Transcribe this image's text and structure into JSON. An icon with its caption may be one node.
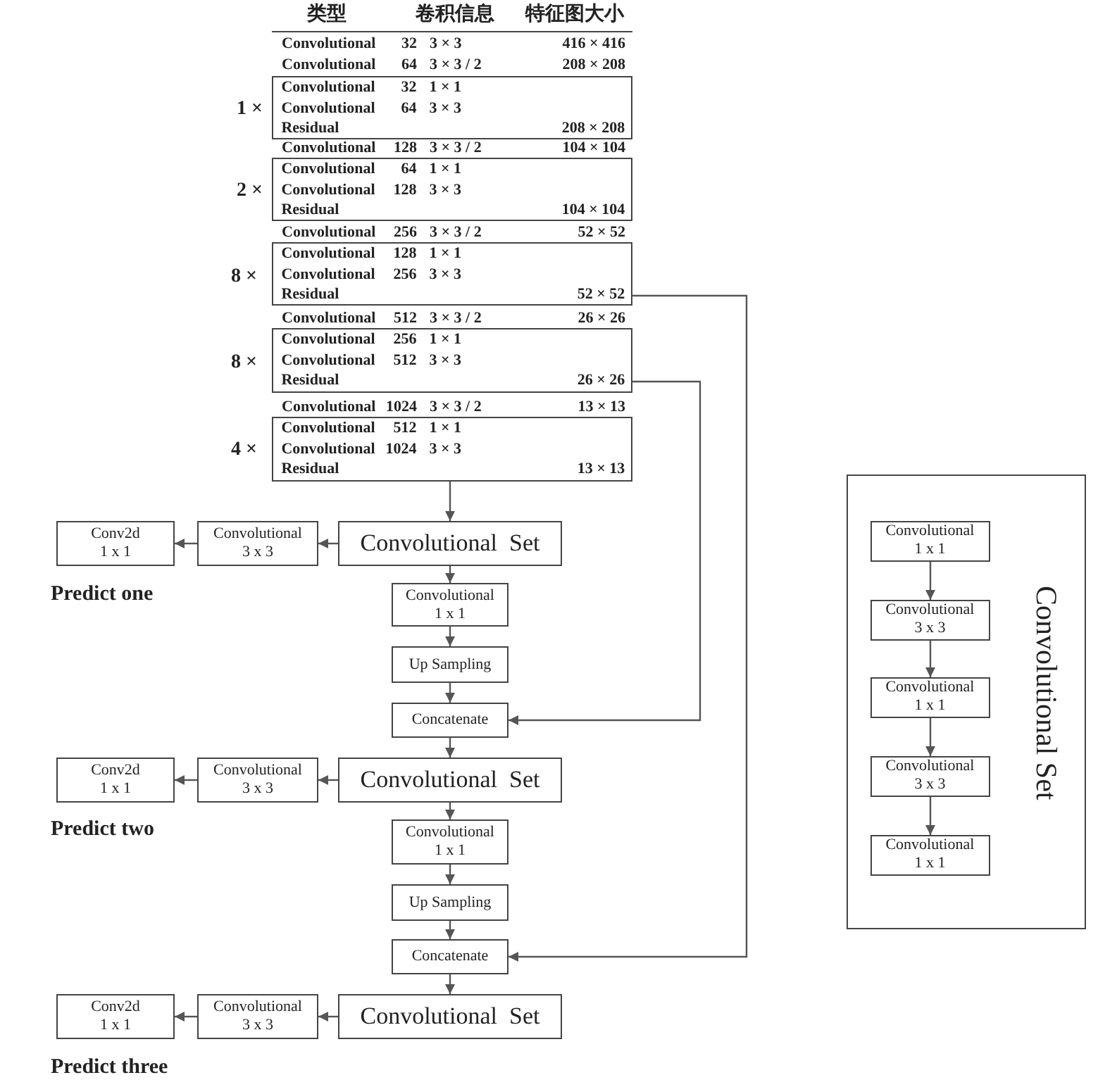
{
  "diagram": {
    "nodes": [
      {
        "text": [
          "Convolutional",
          "32",
          "1 × 1",
          "Convolutional",
          "64",
          "3 × 3",
          "Residual",
          "208 × 208"
        ],
        "beside": [
          "1 ×"
        ]
      },
      {
        "text": [
          "Convolutional",
          "64",
          "1 × 1",
          "Convolutional",
          "128",
          "3 × 3",
          "Residual",
          "104 × 104"
        ],
        "beside": [
          "2 ×"
        ]
      },
      {
        "text": [
          "Convolutional",
          "128",
          "1 × 1",
          "Convolutional",
          "256",
          "3 × 3",
          "Residual",
          "52 × 52"
        ],
        "beside": [
          "8 ×"
        ]
      },
      {
        "text": [
          "Convolutional",
          "256",
          "1 × 1",
          "Convolutional",
          "512",
          "3 × 3",
          "Residual",
          "26 × 26"
        ],
        "beside": [
          "8 ×"
        ]
      },
      {
        "text": [
          "Convolutional",
          "512",
          "1 × 1",
          "Convolutional",
          "1024",
          "3 × 3",
          "Residual",
          "13 × 13"
        ],
        "beside": [
          "4 ×"
        ]
      },
      {
        "text": [
          "Conv2d",
          "1 x 1"
        ],
        "beside": [
          "Predict one"
        ]
      },
      {
        "text": [
          "Convolutional",
          "3 x 3"
        ]
      },
      {
        "text": [
          "Convolutional  Set"
        ]
      },
      {
        "text": [
          "Convolutional",
          "1 x 1"
        ]
      },
      {
        "text": [
          "Up Sampling"
        ]
      },
      {
        "text": [
          "Concatenate"
        ]
      },
      {
        "text": [
          "Conv2d",
          "1 x 1"
        ],
        "beside": [
          "Predict two"
        ]
      },
      {
        "text": [
          "Convolutional",
          "3 x 3"
        ]
      },
      {
        "text": [
          "Convolutional  Set"
        ]
      },
      {
        "text": [
          "Convolutional",
          "1 x 1"
        ]
      },
      {
        "text": [
          "Up Sampling"
        ]
      },
      {
        "text": [
          "Concatenate"
        ]
      },
      {
        "text": [
          "Conv2d",
          "1 x 1"
        ],
        "beside": [
          "Predict three"
        ]
      },
      {
        "text": [
          "Convolutional",
          "3 x 3"
        ]
      },
      {
        "text": [
          "Convolutional  Set"
        ]
      },
      {
        "text": [
          "Convolutional Set"
        ]
      },
      {
        "text": [
          "Convolutional",
          "1 x 1"
        ],
        "in": 20
      },
      {
        "text": [
          "Convolutional",
          "3 x 3"
        ],
        "in": 20
      },
      {
        "text": [
          "Convolutional",
          "1 x 1"
        ],
        "in": 20
      },
      {
        "text": [
          "Convolutional",
          "3 x 3"
        ],
        "in": 20
      },
      {
        "text": [
          "Convolutional",
          "1 x 1"
        ],
        "in": 20
      }
    ],
    "edges": [
      {
        "from": 4,
        "to": 7,
        "arrow": "to"
      },
      {
        "from": 7,
        "to": 6,
        "arrow": "to"
      },
      {
        "from": 6,
        "to": 5,
        "arrow": "to"
      },
      {
        "from": 7,
        "to": 8,
        "arrow": "to"
      },
      {
        "from": 8,
        "to": 9,
        "arrow": "to"
      },
      {
        "from": 9,
        "to": 10,
        "arrow": "to"
      },
      {
        "from": 3,
        "to": 10,
        "arrow": "to"
      },
      {
        "from": 10,
        "to": 13,
        "arrow": "to"
      },
      {
        "from": 13,
        "to": 12,
        "arrow": "to"
      },
      {
        "from": 12,
        "to": 11,
        "arrow": "to"
      },
      {
        "from": 13,
        "to": 14,
        "arrow": "to"
      },
      {
        "from": 14,
        "to": 15,
        "arrow": "to"
      },
      {
        "from": 15,
        "to": 16,
        "arrow": "to"
      },
      {
        "from": 2,
        "to": 16,
        "arrow": "to"
      },
      {
        "from": 16,
        "to": 19,
        "arrow": "to"
      },
      {
        "from": 19,
        "to": 18,
        "arrow": "to"
      },
      {
        "from": 18,
        "to": 17,
        "arrow": "to"
      },
      {
        "from": 21,
        "to": 22,
        "arrow": "to"
      },
      {
        "from": 22,
        "to": 23,
        "arrow": "to"
      },
      {
        "from": 23,
        "to": 24,
        "arrow": "to"
      },
      {
        "from": 24,
        "to": 25,
        "arrow": "to"
      }
    ],
    "labels": [
      "类型",
      "卷积信息",
      "特征图大小",
      "Convolutional",
      "32",
      "3 × 3",
      "416 × 416",
      "Convolutional",
      "64",
      "3 × 3 / 2",
      "208 × 208",
      "Convolutional",
      "128",
      "3 × 3 / 2",
      "104 × 104",
      "Convolutional",
      "256",
      "3 × 3 / 2",
      "52 × 52",
      "Convolutional",
      "512",
      "3 × 3 / 2",
      "26 × 26",
      "Convolutional",
      "1024",
      "3 × 3 / 2",
      "13 × 13"
    ]
  }
}
